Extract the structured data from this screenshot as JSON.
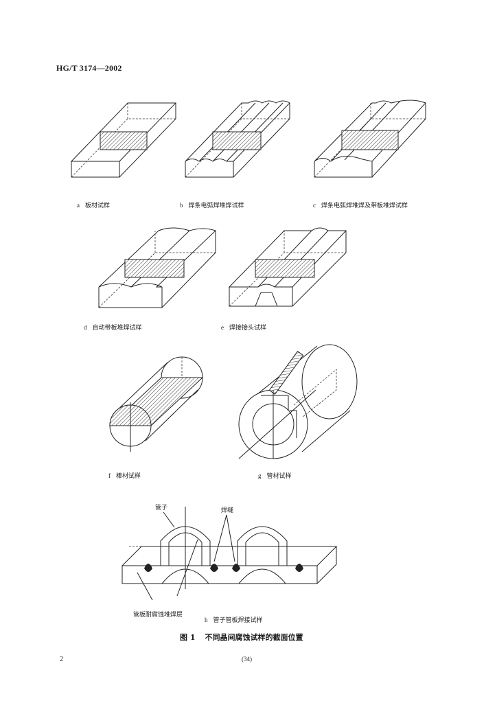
{
  "header": {
    "standard_code": "HG/T 3174—2002"
  },
  "captions": {
    "a": {
      "letter": "a",
      "text": "板材试样"
    },
    "b": {
      "letter": "b",
      "text": "焊条电弧焊堆焊试样"
    },
    "c": {
      "letter": "c",
      "text": "焊条电弧焊堆焊及带板堆焊试样"
    },
    "d": {
      "letter": "d",
      "text": "自动带板堆焊试样"
    },
    "e": {
      "letter": "e",
      "text": "焊接接头试样"
    },
    "f": {
      "letter": "f",
      "text": "棒材试样"
    },
    "g": {
      "letter": "g",
      "text": "管材试样"
    },
    "h": {
      "letter": "h",
      "text": "管子管板焊接试样"
    }
  },
  "figure_h_labels": {
    "tube": "管子",
    "weld_seam": "焊缝",
    "cladding": "管板耐腐蚀堆焊层"
  },
  "figure_title": {
    "number": "图 1",
    "text": "不同晶间腐蚀试样的截面位置"
  },
  "footer": {
    "page_number": "2",
    "sequence": "(34)"
  }
}
